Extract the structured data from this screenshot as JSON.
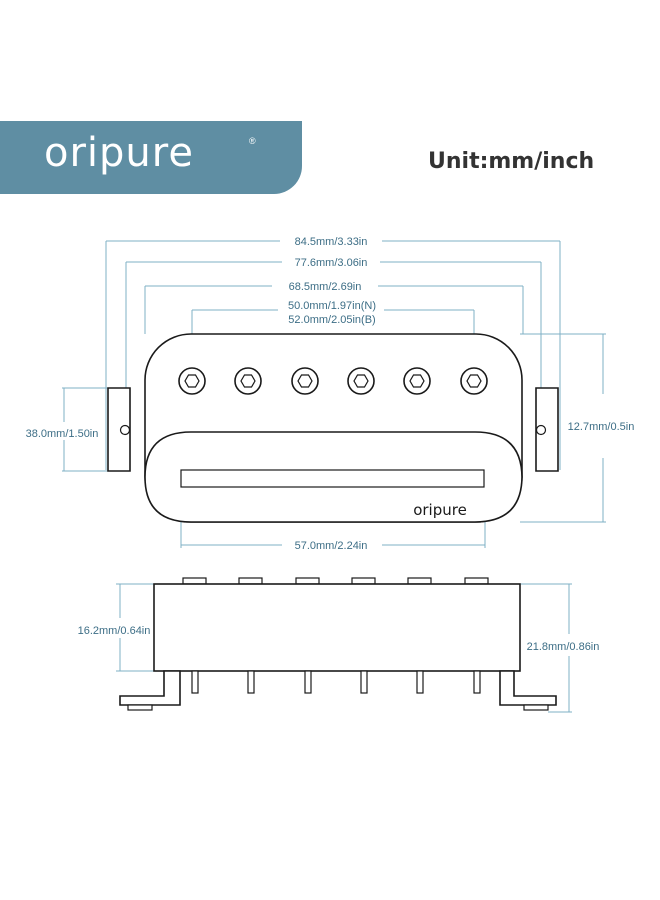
{
  "brand": {
    "logo_text": "oripure",
    "reg_mark": "®"
  },
  "unit_label": "Unit:mm/inch",
  "dimensions": {
    "overall_length": "84.5mm/3.33in",
    "mount_hole_spacing": "77.6mm/3.06in",
    "body_length": "68.5mm/2.69in",
    "pole_spacing_neck": "50.0mm/1.97in(N)",
    "pole_spacing_bridge": "52.0mm/2.05in(B)",
    "body_width": "38.0mm/1.50in",
    "right_height": "12.7mm/0.5in",
    "blade_length": "57.0mm/2.24in",
    "body_height": "16.2mm/0.64in",
    "total_height": "21.8mm/0.86in"
  },
  "cover_logo_text": "oripure"
}
